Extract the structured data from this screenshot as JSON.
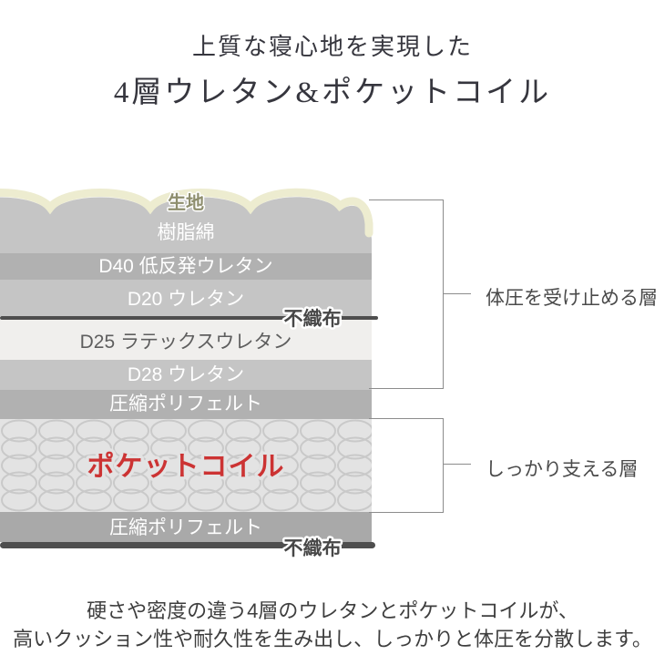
{
  "title": {
    "line1": "上質な寝心地を実現した",
    "line2": "4層ウレタン&ポケットコイル"
  },
  "diagram": {
    "fabric_label": "生地",
    "layers": [
      {
        "label": "樹脂綿"
      },
      {
        "label": "D40 低反発ウレタン"
      },
      {
        "label": "D20 ウレタン"
      },
      {
        "label": "不織布"
      },
      {
        "label": "D25 ラテックスウレタン"
      },
      {
        "label": "D28 ウレタン"
      },
      {
        "label": "圧縮ポリフェルト"
      },
      {
        "label": "ポケットコイル"
      },
      {
        "label": "圧縮ポリフェルト"
      },
      {
        "label": "不織布"
      }
    ]
  },
  "annotations": {
    "upper_label": "体圧を受け止める層",
    "lower_label": "しっかり支える層"
  },
  "description": {
    "line1": "硬さや密度の違う4層のウレタンとポケットコイルが、",
    "line2": "高いクッション性や耐久性を生み出し、しっかりと体圧を分散します。"
  },
  "colors": {
    "accent_red": "#cc3333",
    "fabric_cream": "#edecd0",
    "fabric_label": "#8e8e6e",
    "layer_gray_light": "#c5c5c5",
    "layer_gray_mid": "#b1b1b1",
    "layer_gray_deep": "#a9a9a9",
    "latex_layer": "#f0efed",
    "coil_background": "#e3e3e3",
    "nonwoven_dark": "#4e4e4e",
    "title_text": "#36363e",
    "body_text": "#3e3e3e"
  }
}
